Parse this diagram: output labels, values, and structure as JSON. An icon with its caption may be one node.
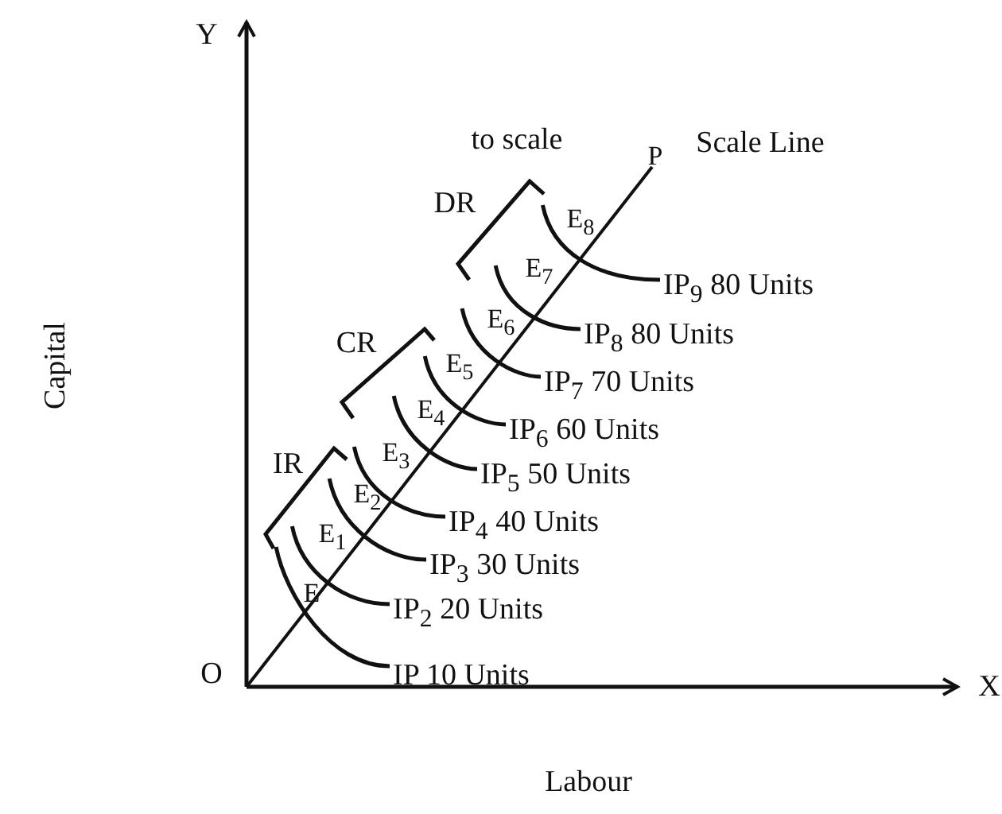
{
  "diagram": {
    "labels": [
      "Y",
      "to scale",
      "P",
      "Scale Line",
      "DR",
      "E$_{8}$",
      "E$_{7}$",
      "IP$_{9}$ 80 Units",
      "CR",
      "E$_{6}$",
      "IP$_{8}$ 80 Units",
      "E$_{5}$",
      "IP$_{7}$ 70 Units",
      "E$_{4}$",
      "IP$_{6}$ 60 Units",
      "Capital",
      "IR",
      "E$_{3}$",
      "IP$_{5}$ 50 Units",
      "E$_{2}$",
      "IP$_{4}$ 40 Units",
      "E$_{1}$",
      "IP$_{3}$ 30 Units",
      "E",
      "IP$_{2}$ 20 Units",
      "IP 10 Units",
      "O",
      "X",
      "Labour"
    ]
  }
}
